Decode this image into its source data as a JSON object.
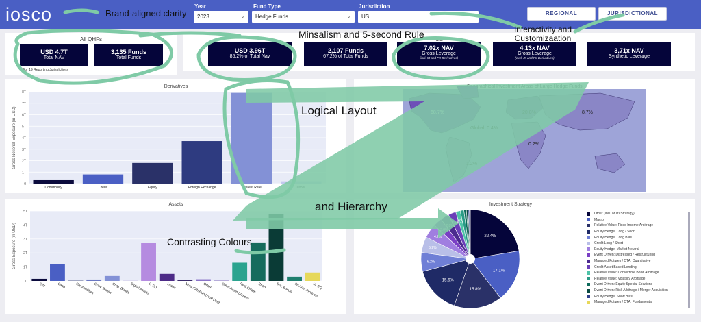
{
  "app": {
    "logo": "iosco"
  },
  "filters": {
    "year": {
      "label": "Year",
      "value": "2023"
    },
    "fund_type": {
      "label": "Fund Type",
      "value": "Hedge Funds"
    },
    "jurisdiction": {
      "label": "Jurisdiction",
      "value": "US"
    },
    "regional_button": "REGIONAL",
    "jurisdictional_button": "JURISDICTIONAL"
  },
  "all_qhfs": {
    "title": "All QHFs",
    "nav_value": "USD 4.7T",
    "nav_label": "Total NAV",
    "funds_value": "3,135 Funds",
    "funds_label": "Total Funds",
    "footnote": "* For 19 Reporting Jurisdictions"
  },
  "us": {
    "title": "US",
    "kpis": [
      {
        "big": "USD 3.96T",
        "sm": "85.2% of Total Nav",
        "xs": ""
      },
      {
        "big": "2,107 Funds",
        "sm": "67.2% of Total Funds",
        "xs": ""
      },
      {
        "big": "7.02x NAV",
        "sm": "Gross Leverage",
        "xs": "(incl. IR and FX Derivatives)"
      },
      {
        "big": "4.13x NAV",
        "sm": "Gross Leverage",
        "xs": "(excl. IR and FX Derivatives)"
      },
      {
        "big": "3.71x NAV",
        "sm": "Synthetic Leverage",
        "xs": ""
      }
    ]
  },
  "annotations": {
    "brand": "Brand-aligned clarity",
    "minimalism": "Minsalism and 5-second Rule",
    "interactivity": "Interactivity and Customizaation",
    "logical": "Logical Layout",
    "hierarchy": "and Hierarchy",
    "contrast": "Contrasting Colours"
  },
  "derivatives": {
    "title": "Derivatives",
    "ylabel": "Gross Notional Exposure (in USD)",
    "ticks": [
      "0",
      "1T",
      "2T",
      "3T",
      "4T",
      "5T",
      "6T",
      "7T",
      "8T"
    ],
    "categories": [
      "Commodity",
      "Credit",
      "Equity",
      "Foreign Exchange",
      "Interest Rate",
      "Other"
    ],
    "colors": [
      "#0b0b3d",
      "#4a5fc4",
      "#2a3168",
      "#2e3b80",
      "#8391d6",
      "#c3c8ef"
    ]
  },
  "assets": {
    "title": "Assets",
    "ylabel": "Gross Exposure (in USD)",
    "ticks": [
      "0",
      "1T",
      "2T",
      "3T",
      "4T",
      "5T"
    ],
    "categories": [
      "CIU",
      "Cash",
      "Commodities",
      "Conv. Bonds",
      "Corp. Bonds",
      "Digital Assets",
      "L. EQ",
      "Loans",
      "Muni./Oth.Pub.Local Debt",
      "Other",
      "Other Asset Classes",
      "Real Estate",
      "Repo",
      "Sov. Bonds",
      "Str./Sec.Products",
      "UL EQ"
    ],
    "colors": [
      "#0b0b3d",
      "#4a5fc4",
      "#3a437a",
      "#6a77c2",
      "#8391d6",
      "#c7c0e6",
      "#b58be0",
      "#4d2b87",
      "#3a2a6b",
      "#8b74c9",
      "#6a4fb0",
      "#2ba38f",
      "#166b5d",
      "#0a3b36",
      "#1f7f6f",
      "#e6d85a"
    ]
  },
  "geo": {
    "title": "Geographical Investment Areas of Large Hedge Funds",
    "labels": [
      "68.7%",
      "20.8%",
      "8.7%",
      "Global: 0.4%",
      "0.2%",
      "1.2%"
    ]
  },
  "strategy": {
    "title": "Investment Strategy",
    "slice_labels": [
      "22.4%",
      "17.1%",
      "15.8%",
      "15.6%",
      "6.2%",
      "5.2%",
      "4.7%",
      "2.9%",
      "2.8%",
      "2.5%",
      "1.5%"
    ],
    "legend": [
      "Other (Incl. Multi-Strategy)",
      "Macro",
      "Relative Value: Fixed Income Arbitrage",
      "Equity Hedge: Long / Short",
      "Equity Hedge: Long Bias",
      "Credit Long / Short",
      "Equity Hedge: Market Neutral",
      "Event Driven: Distressed / Restructuring",
      "Managed Futures / CTA: Quantitative",
      "Credit Asset Based Lending",
      "Relative Value: Convertible Bond Arbitrage",
      "Relative Value: Volatility Arbitrage",
      "Event Driven: Equity Special Solutions",
      "Event Driven: Risk Arbitrage / Merger Acquisition",
      "Equity Hedge: Short Bias",
      "Managed Futures / CTA: Fundamental"
    ],
    "colors": [
      "#05053a",
      "#4a5fc4",
      "#2a3168",
      "#1f2a66",
      "#6f7fd6",
      "#b9bfe8",
      "#a07ee0",
      "#7a3fc4",
      "#4b2a8f",
      "#6a3fb8",
      "#4ec3a8",
      "#2a9a86",
      "#0f6b5c",
      "#0a4a42",
      "#2f3f8a",
      "#e8d85a"
    ]
  },
  "chart_data": [
    {
      "type": "bar",
      "title": "Derivatives",
      "ylabel": "Gross Notional Exposure (in USD)",
      "categories": [
        "Commodity",
        "Credit",
        "Equity",
        "Foreign Exchange",
        "Interest Rate",
        "Other"
      ],
      "values": [
        0.3,
        0.8,
        1.8,
        3.7,
        7.9,
        0.2
      ],
      "unit": "T USD",
      "ylim": [
        0,
        8
      ],
      "grid": true
    },
    {
      "type": "bar",
      "title": "Assets",
      "ylabel": "Gross Exposure (in USD)",
      "categories": [
        "CIU",
        "Cash",
        "Commodities",
        "Conv. Bonds",
        "Corp. Bonds",
        "Digital Assets",
        "L. EQ",
        "Loans",
        "Muni./Oth.Pub.Local Debt",
        "Other",
        "Other Asset Classes",
        "Real Estate",
        "Repo",
        "Sov. Bonds",
        "Str./Sec.Products",
        "UL EQ"
      ],
      "values": [
        0.15,
        1.2,
        0.02,
        0.1,
        0.35,
        0.02,
        2.7,
        0.5,
        0.05,
        0.12,
        0.02,
        1.3,
        2.75,
        4.8,
        0.3,
        0.6
      ],
      "unit": "T USD",
      "ylim": [
        0,
        5
      ],
      "grid": true
    },
    {
      "type": "pie",
      "title": "Investment Strategy",
      "labels": [
        "Other (Incl. Multi-Strategy)",
        "Macro",
        "Relative Value: Fixed Income Arbitrage",
        "Equity Hedge: Long / Short",
        "Equity Hedge: Long Bias",
        "Credit Long / Short",
        "Equity Hedge: Market Neutral",
        "Event Driven: Distressed / Restructuring",
        "Managed Futures / CTA: Quantitative",
        "Credit Asset Based Lending",
        "Relative Value: Convertible Bond Arbitrage",
        "Relative Value: Volatility Arbitrage",
        "Event Driven: Equity Special Solutions",
        "Event Driven: Risk Arbitrage / Merger Acquisition",
        "Equity Hedge: Short Bias",
        "Managed Futures / CTA: Fundamental"
      ],
      "values": [
        22.4,
        17.1,
        15.8,
        15.6,
        6.2,
        5.2,
        4.7,
        2.9,
        2.8,
        2.5,
        1.5,
        1.2,
        0.8,
        0.6,
        0.4,
        0.3
      ],
      "legend": "right"
    }
  ]
}
